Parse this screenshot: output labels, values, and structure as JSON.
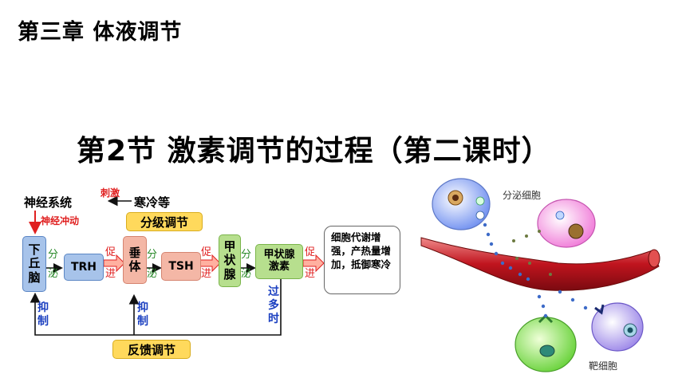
{
  "chapter_title": "第三章 体液调节",
  "section_title": "第2节 激素调节的过程（第二课时）",
  "flow": {
    "nervous_system": "神经系统",
    "stimulus": "刺激",
    "cold": "寒冷等",
    "nerve_impulse": "神经冲动",
    "graded_regulation": "分级调节",
    "hypothalamus": [
      "下",
      "丘",
      "脑"
    ],
    "secrete": [
      "分",
      "泌"
    ],
    "promote": [
      "促",
      "进"
    ],
    "trh": "TRH",
    "pituitary": [
      "垂",
      "体"
    ],
    "tsh": "TSH",
    "thyroid": [
      "甲",
      "状",
      "腺"
    ],
    "thyroid_hormone": [
      "甲状腺",
      "激素"
    ],
    "effect_text": "细胞代谢增强，产热量增加，抵御寒冷",
    "inhibit": [
      "抑",
      "制"
    ],
    "excess": [
      "过",
      "多",
      "时"
    ],
    "feedback": "反馈调节"
  },
  "cell_diagram": {
    "secretory_cell_label": "分泌细胞",
    "target_cell_label": "靶细胞"
  },
  "colors": {
    "blue_box": "#a7c3ea",
    "pink_box": "#f4b7a6",
    "yellow_box": "#ffd95c",
    "green_box": "#b7df8e",
    "red_arrow": "#e02020",
    "blue_text": "#1a3fc0"
  }
}
